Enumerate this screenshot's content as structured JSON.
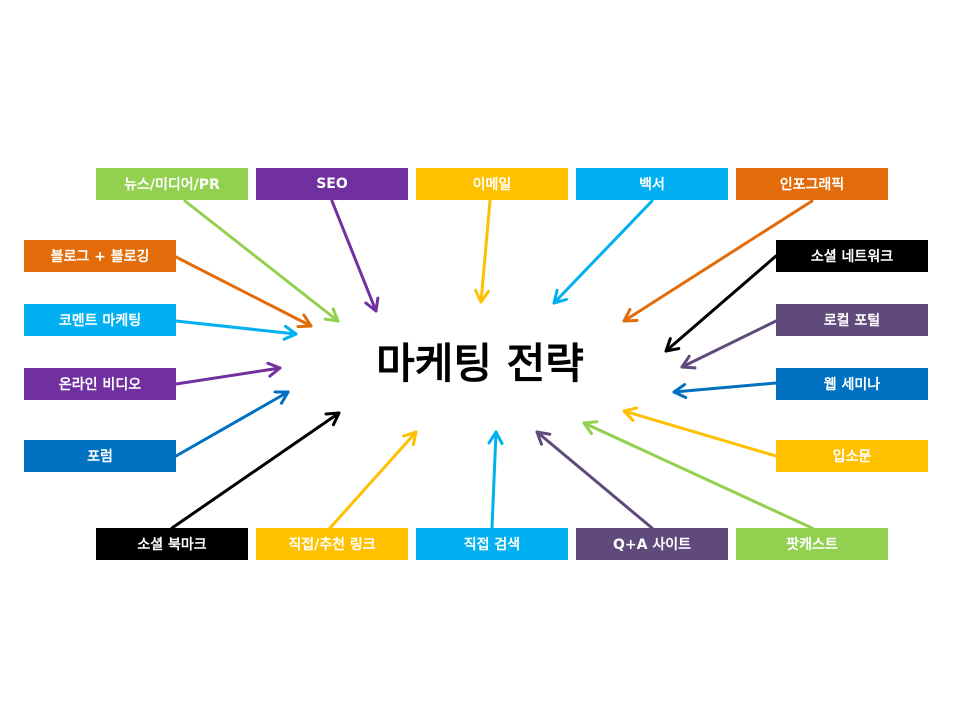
{
  "center": {
    "label": "마케팅 전략"
  },
  "nodes": [
    {
      "id": "news",
      "label": "뉴스/미디어/PR",
      "color": "#92D050"
    },
    {
      "id": "seo",
      "label": "SEO",
      "color": "#7030A0"
    },
    {
      "id": "email",
      "label": "이메일",
      "color": "#FFC000"
    },
    {
      "id": "whitepaper",
      "label": "백서",
      "color": "#00B0F0"
    },
    {
      "id": "infographic",
      "label": "인포그래픽",
      "color": "#E36C0A"
    },
    {
      "id": "blog",
      "label": "블로그 + 블로깅",
      "color": "#E36C0A"
    },
    {
      "id": "comment",
      "label": "코멘트 마케팅",
      "color": "#00B0F0"
    },
    {
      "id": "video",
      "label": "온라인 비디오",
      "color": "#7030A0"
    },
    {
      "id": "forum",
      "label": "포럼",
      "color": "#0070C0"
    },
    {
      "id": "social-network",
      "label": "소셜 네트워크",
      "color": "#000000"
    },
    {
      "id": "local-portal",
      "label": "로컬 포털",
      "color": "#604A7B"
    },
    {
      "id": "webinar",
      "label": "웹 세미나",
      "color": "#0070C0"
    },
    {
      "id": "word-of-mouth",
      "label": "입소문",
      "color": "#FFC000"
    },
    {
      "id": "social-bookmark",
      "label": "소셜 북마크",
      "color": "#000000"
    },
    {
      "id": "direct-link",
      "label": "직접/추천 링크",
      "color": "#FFC000"
    },
    {
      "id": "direct-search",
      "label": "직접 검색",
      "color": "#00B0F0"
    },
    {
      "id": "qa-site",
      "label": "Q+A 사이트",
      "color": "#604A7B"
    },
    {
      "id": "podcast",
      "label": "팟캐스트",
      "color": "#92D050"
    }
  ]
}
